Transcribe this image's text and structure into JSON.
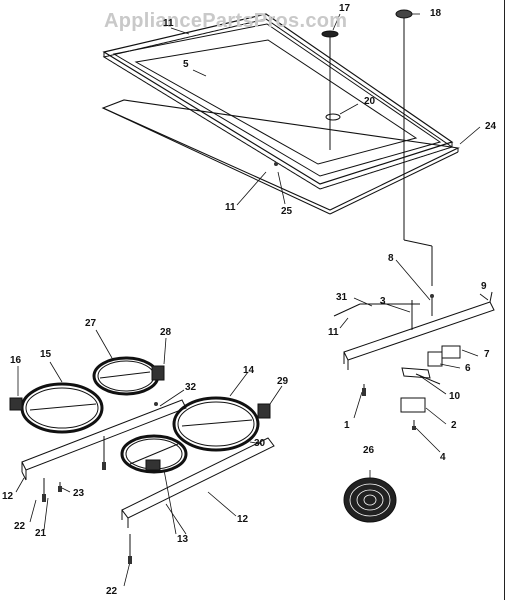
{
  "watermark": "AppliancePartsPros.com",
  "callouts": [
    "1",
    "2",
    "3",
    "4",
    "5",
    "6",
    "7",
    "8",
    "9",
    "10",
    "11",
    "12",
    "13",
    "14",
    "15",
    "16",
    "17",
    "18",
    "20",
    "21",
    "22",
    "23",
    "24",
    "25",
    "26",
    "27",
    "28",
    "29",
    "30",
    "31",
    "32"
  ],
  "labels": {
    "n1": "1",
    "n2": "2",
    "n3": "3",
    "n4": "4",
    "n5": "5",
    "n6": "6",
    "n7": "7",
    "n8": "8",
    "n9": "9",
    "n10": "10",
    "n11_top": "11",
    "n11_mid": "11",
    "n11_right": "11",
    "n12_left": "12",
    "n12_right": "12",
    "n13": "13",
    "n14": "14",
    "n15": "15",
    "n16": "16",
    "n17": "17",
    "n18": "18",
    "n20": "20",
    "n21": "21",
    "n22_left": "22",
    "n22_bottom": "22",
    "n23": "23",
    "n24": "24",
    "n25": "25",
    "n26": "26",
    "n27": "27",
    "n28": "28",
    "n29": "29",
    "n30": "30",
    "n31": "31",
    "n32": "32"
  }
}
